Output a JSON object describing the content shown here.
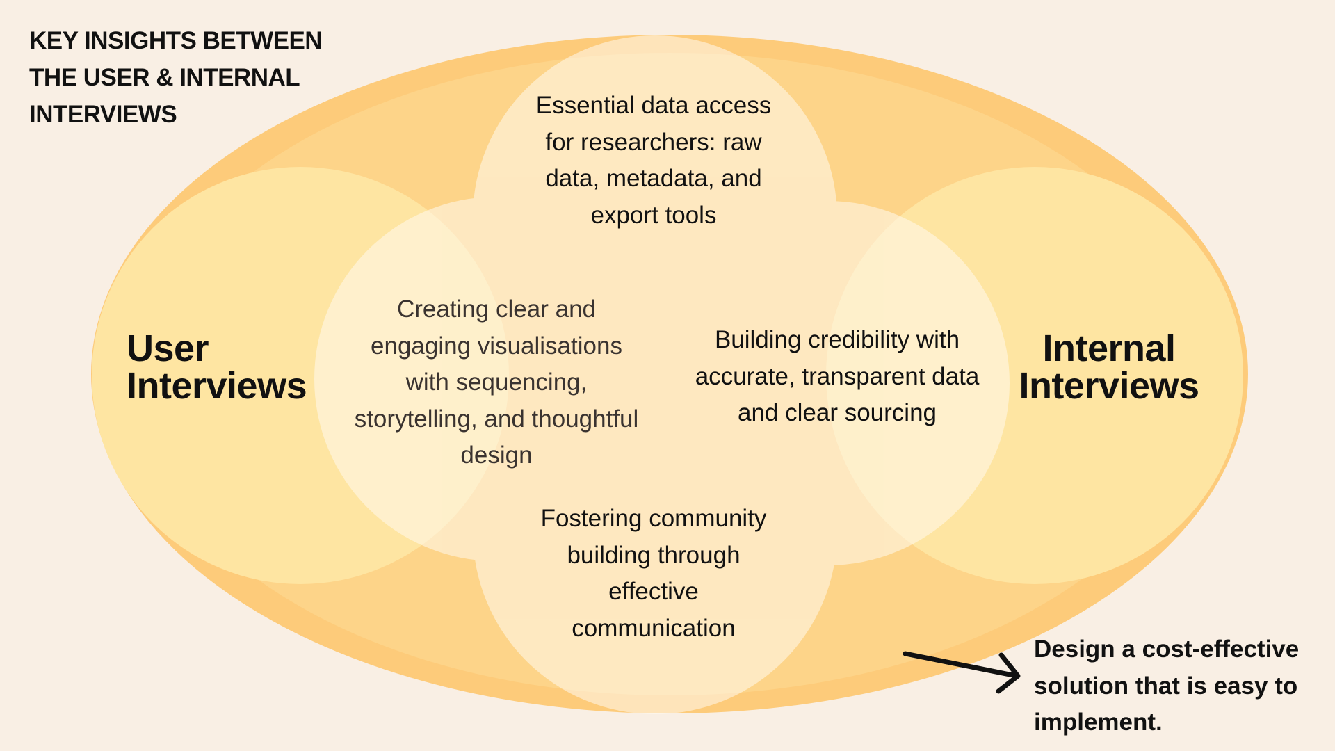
{
  "title": "KEY INSIGHTS BETWEEN THE USER & INTERNAL INTERVIEWS",
  "labels": {
    "user_interviews": "User Interviews",
    "internal_interviews": "Internal Interviews"
  },
  "insights": {
    "top": "Essential data access for researchers: raw data, metadata, and export tools",
    "left": "Creating clear and engaging visualisations with sequencing, storytelling, and thoughtful design",
    "right": "Building credibility with accurate, transparent data and clear sourcing",
    "bottom": "Fostering community building through effective communication"
  },
  "callout": "Design a cost-effective solution that is easy to implement.",
  "colors": {
    "background": "#f9efe4",
    "outer_ellipse": "#fdcb7a",
    "inner_ellipse": "#fdd489",
    "side_circles": "#fee5a2",
    "inner_circles": "#fff7e6",
    "text": "#111111",
    "arrow": "#111111"
  }
}
